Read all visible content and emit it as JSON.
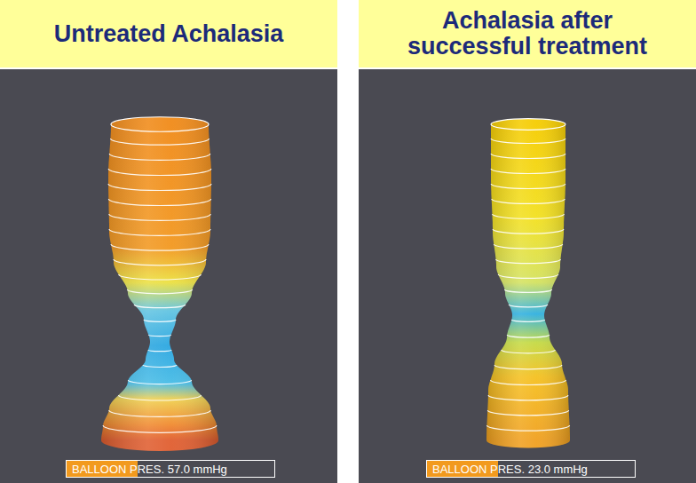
{
  "diagram": {
    "nodes": [
      {
        "text": [
          "Untreated Achalasia"
        ]
      },
      {
        "text": [
          "BALLOON PRES. 57.0 mmHg"
        ]
      },
      {
        "text": [
          "Achalasia after successful treatment"
        ]
      },
      {
        "text": [
          "BALLOON PRES. 23.0 mmHg"
        ]
      }
    ]
  }
}
